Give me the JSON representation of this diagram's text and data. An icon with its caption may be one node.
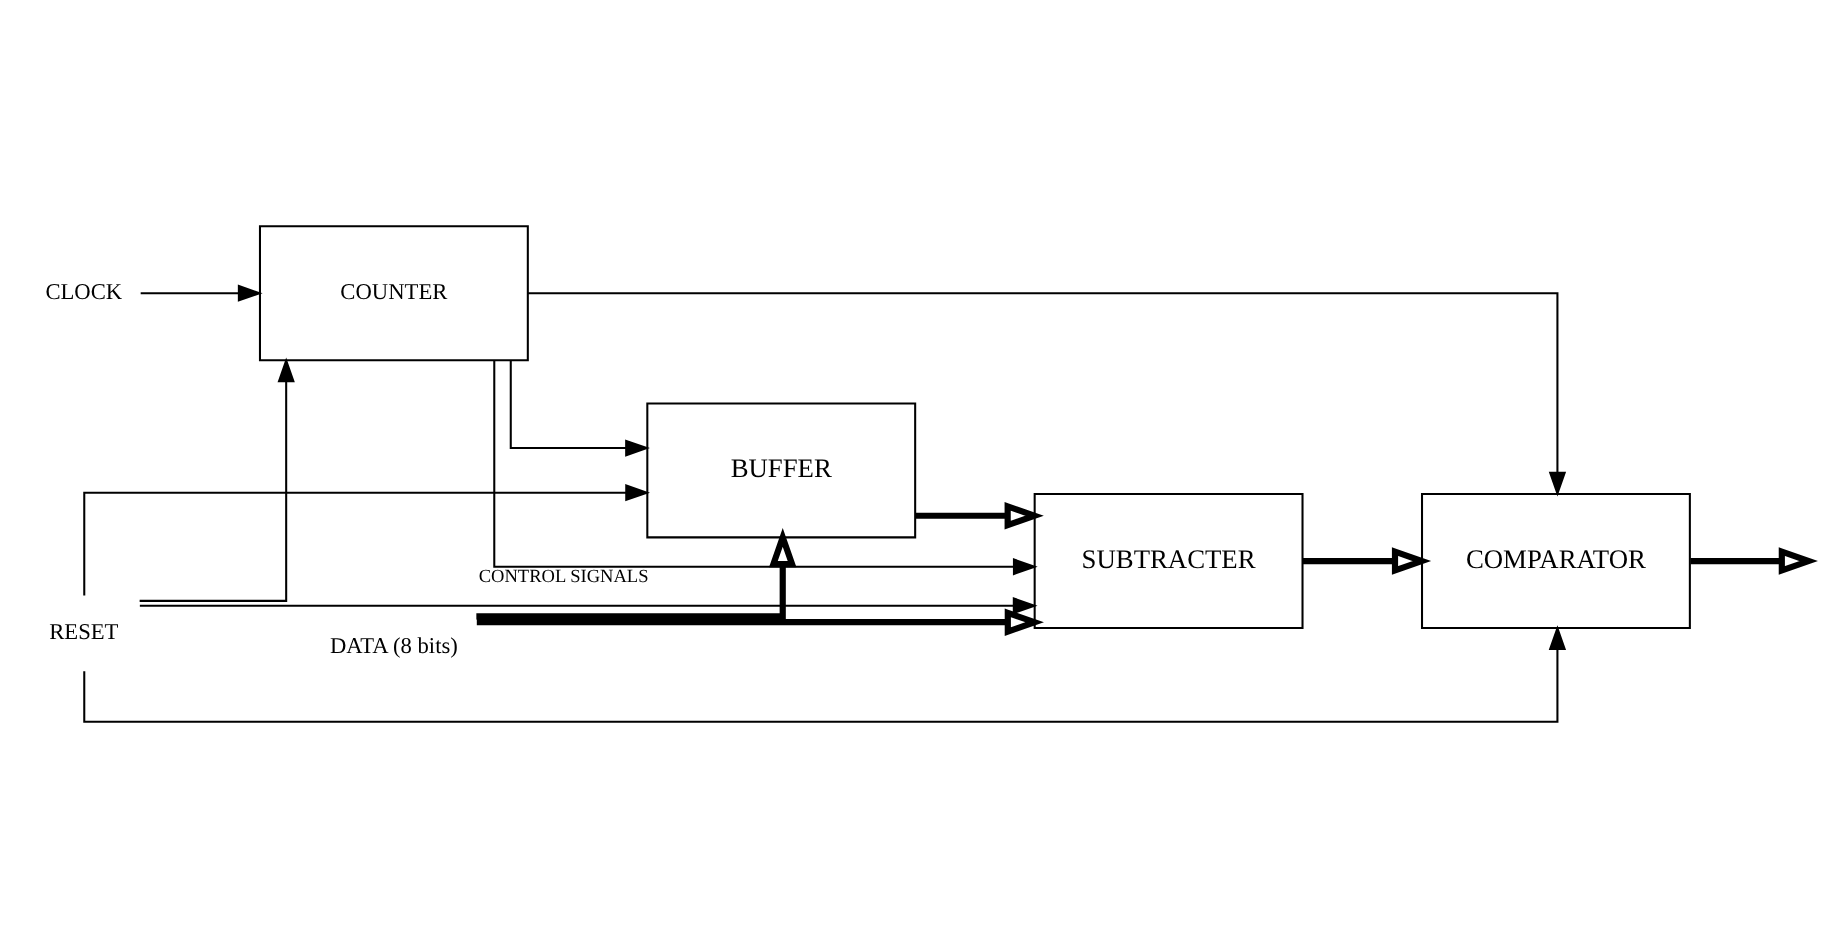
{
  "diagram": {
    "nodes": [
      {
        "text": [
          "CLOCK"
        ]
      },
      {
        "text": [
          "COUNTER"
        ]
      },
      {
        "text": [
          "DATA (8 bits)"
        ]
      },
      {
        "text": [
          "SUBTRACTER"
        ]
      },
      {
        "text": [
          "COMPARATOR"
        ]
      },
      {
        "text": [
          "BUFFER"
        ]
      },
      {
        "text": [
          "RESET"
        ]
      }
    ],
    "edges": [
      {
        "from": 0,
        "to": 1,
        "arrow": "to"
      },
      {
        "from": 1,
        "to": 3,
        "arrow": "to",
        "label": "CONTROL SIGNALS"
      },
      {
        "from": 1,
        "to": 4,
        "arrow": "to"
      },
      {
        "from": 1,
        "to": 5,
        "arrow": "to"
      },
      {
        "from": 2,
        "to": 3,
        "arrow": "to",
        "style": "thick"
      },
      {
        "from": 2,
        "to": 5,
        "arrow": "to",
        "style": "thick"
      },
      {
        "from": 5,
        "to": 3,
        "arrow": "to",
        "style": "thick"
      },
      {
        "from": 3,
        "to": 4,
        "arrow": "to",
        "style": "thick"
      },
      {
        "from": 4,
        "to": null,
        "arrow": "to",
        "style": "thick"
      },
      {
        "from": 6,
        "to": 1,
        "arrow": "to"
      },
      {
        "from": 6,
        "to": 3,
        "arrow": "to"
      },
      {
        "from": 6,
        "to": 5,
        "arrow": "to"
      },
      {
        "from": 6,
        "to": 4,
        "arrow": "to"
      }
    ]
  }
}
